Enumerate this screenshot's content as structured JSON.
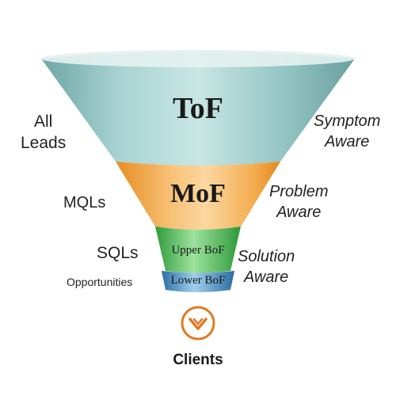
{
  "funnel": {
    "stages": [
      {
        "label": "ToF",
        "color": "#7fb6b6"
      },
      {
        "label": "MoF",
        "color": "#f2a540"
      },
      {
        "label": "Upper BoF",
        "color": "#3fae4a"
      },
      {
        "label": "Lower BoF",
        "color": "#2f7fb5"
      }
    ]
  },
  "left_labels": {
    "all_leads_line1": "All",
    "all_leads_line2": "Leads",
    "mqls": "MQLs",
    "sqls": "SQLs",
    "opportunities": "Opportunities"
  },
  "right_labels": {
    "symptom_line1": "Symptom",
    "symptom_line2": "Aware",
    "problem_line1": "Problem",
    "problem_line2": "Aware",
    "solution_line1": "Solution",
    "solution_line2": "Aware"
  },
  "outcome": {
    "label": "Clients",
    "icon": "checkmark-circle-icon",
    "accent_color": "#e07a22"
  }
}
